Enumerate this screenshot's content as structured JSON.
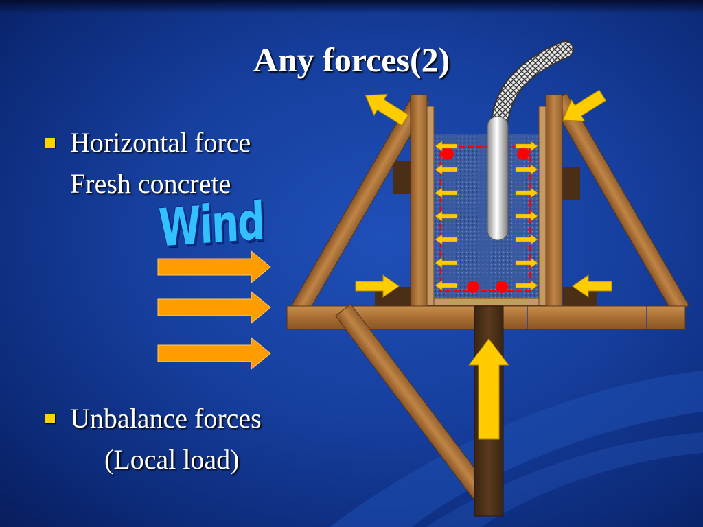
{
  "slide": {
    "title": "Any forces(2)",
    "bullets": [
      {
        "lines": [
          "Horizontal force",
          "Fresh concrete"
        ]
      },
      {
        "lines": [
          "Unbalance forces",
          "(Local load)"
        ]
      }
    ],
    "wind_label": "Wind"
  },
  "colors": {
    "background": "#163f9e",
    "bullet": "#ffd400",
    "force_arrow": "#ffcc00",
    "wind_arrow": "#ff9d00",
    "timber": "#b07a3e",
    "concrete": "#3a5aa0",
    "rebar": "#ff0000",
    "wind_text": "#33c0ff"
  },
  "icons": [
    "wind-arrow-icon",
    "pressure-arrow-icon",
    "vibrator-hose-icon",
    "rebar-dot-icon"
  ]
}
